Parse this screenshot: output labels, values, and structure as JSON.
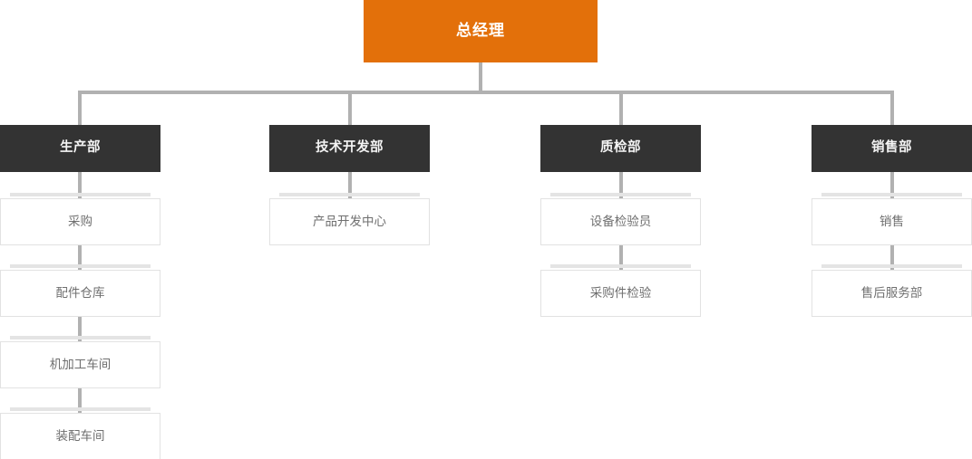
{
  "chart_title": "",
  "colors": {
    "root_bg": "#e3700a",
    "root_text": "#ffffff",
    "dept_bg": "#333333",
    "dept_text": "#f4f4f4",
    "sub_bg": "#ffffff",
    "sub_text": "#6f6f6f",
    "sub_border": "#e2e2e2",
    "connector": "#b1b1b1",
    "page_bg": "#ffffff"
  },
  "root": {
    "label": "总经理"
  },
  "departments": [
    {
      "label": "生产部",
      "children": [
        {
          "label": "采购"
        },
        {
          "label": "配件仓库"
        },
        {
          "label": "机加工车间"
        },
        {
          "label": "装配车间"
        }
      ]
    },
    {
      "label": "技术开发部",
      "children": [
        {
          "label": "产品开发中心"
        }
      ]
    },
    {
      "label": "质检部",
      "children": [
        {
          "label": "设备检验员"
        },
        {
          "label": "采购件检验"
        }
      ]
    },
    {
      "label": "销售部",
      "children": [
        {
          "label": "销售"
        },
        {
          "label": "售后服务部"
        }
      ]
    }
  ]
}
